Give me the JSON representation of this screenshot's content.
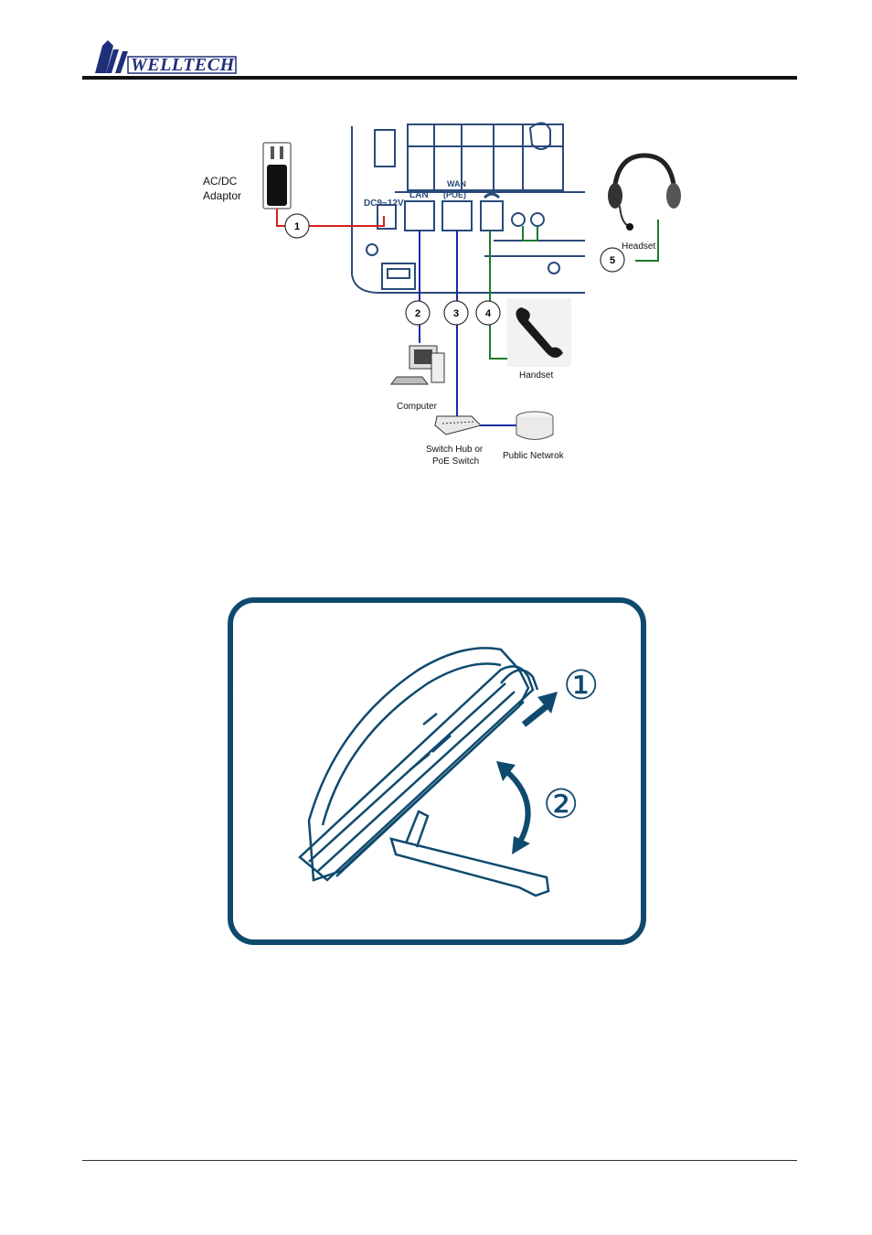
{
  "header": {
    "logo_text": "WELLTECH"
  },
  "wiring_diagram": {
    "adaptor_label_line1": "AC/DC",
    "adaptor_label_line2": "Adaptor",
    "port_dc": "DC9~12V",
    "port_lan": "LAN",
    "port_wan_line1": "WAN",
    "port_wan_line2": "(POE)",
    "callouts": [
      "1",
      "2",
      "3",
      "4",
      "5"
    ],
    "headset_label": "Headset",
    "handset_label": "Handset",
    "computer_label": "Computer",
    "switch_label_line1": "Switch Hub or",
    "switch_label_line2": "PoE Switch",
    "network_label": "Public Netwrok"
  },
  "stand_diagram": {
    "step1": "①",
    "step2": "②"
  },
  "colors": {
    "power_wire": "#d42020",
    "network_wire": "#1a2aa0",
    "audio_wire": "#1d7a2e",
    "stand_frame": "#0f4a6e"
  }
}
